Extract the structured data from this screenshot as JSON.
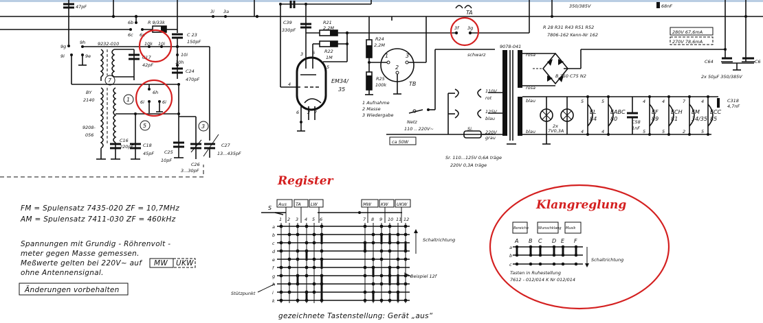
{
  "colors": {
    "ink": "#111111",
    "highlight": "#d42020",
    "top_band": "#b9cde3"
  },
  "left_schematic": {
    "labels": [
      "47pF",
      "3i",
      "3a",
      "6b",
      "R 9/33k",
      "6c",
      "6e",
      "C 23",
      "150pF",
      "9g",
      "9h",
      "9232-010",
      "10k",
      "10i",
      "9i",
      "9e",
      "C17",
      "42pF",
      "10i",
      "10h",
      "C24",
      "470pF",
      "BY",
      "2140",
      "6h",
      "6i",
      "6i",
      "9208-",
      "056",
      "C16",
      "220pF",
      "C18",
      "45pF",
      "C25",
      "10pF",
      "C27",
      "13...435pF",
      "C26",
      "3...30pF"
    ],
    "circled_numbers": [
      "7",
      "1",
      "5",
      "3"
    ]
  },
  "middle_schematic": {
    "labels": [
      "C39",
      "330pF",
      "R21",
      "2,2M",
      "R22",
      "1M",
      "R24",
      "2,2M",
      "3",
      "6",
      "5",
      "4",
      "EM34/",
      "35",
      "R25",
      "100k",
      "TB",
      "1",
      "2",
      "3",
      "1  Aufnahme",
      "2  Masse",
      "3  Wiedergabe",
      "Netz",
      "110 .. 220V~",
      "ca 50W",
      "6",
      "2",
      "7",
      "TA"
    ]
  },
  "right_schematic": {
    "labels": [
      "350/385V",
      "68nF",
      "R 28  R31  R43  R51  R52",
      "7806-162   Kenn-Nr 162",
      "3f",
      "3g",
      "280V 67,6mA",
      "270V 78,6mA",
      "9078-041",
      "schwarz",
      "rosa",
      "rosa",
      "C64",
      "C6",
      "B 250 C75 N2",
      "2x 50µF 350/385V",
      "110V",
      "rot",
      "125V",
      "blau",
      "Si.",
      "220V",
      "grau",
      "blau",
      "blau",
      "2x",
      "7V0,3A",
      "C58",
      "1nF",
      "C318",
      "4,7nF",
      "Sr. 110...125V 0,6A träge",
      "220V 0,3A träge"
    ],
    "tubes": [
      {
        "name": "EL",
        "type": "84",
        "pin_top": "5",
        "pin_bottom": "4"
      },
      {
        "name": "EABC",
        "type": "80",
        "pin_top": "5",
        "pin_bottom": "4"
      },
      {
        "name": "EF",
        "type": "89",
        "pin_top": "4",
        "pin_bottom": "5"
      },
      {
        "name": "ECH",
        "type": "81",
        "pin_top": "4",
        "pin_bottom": "5"
      },
      {
        "name": "EM",
        "type": "34/35",
        "pin_top": "7",
        "pin_bottom": "2"
      },
      {
        "name": "ECC",
        "type": "85",
        "pin_top": "4",
        "pin_bottom": "5"
      }
    ]
  },
  "notes": {
    "fm_line": "FM = Spulensatz  7435-020   ZF = 10,7MHz",
    "am_line": "AM = Spulensatz  7411-030   ZF = 460kHz",
    "voltage_note_1": "Spannungen mit Grundig - Röhrenvolt -",
    "voltage_note_2": "meter gegen Masse gemessen.",
    "voltage_note_3": "Meßwerte gelten bei 220V~ auf",
    "mw_key": "MW",
    "ukw_key": "UKW",
    "voltage_note_4": "ohne Antennensignal.",
    "changes_box": "Änderungen vorbehalten"
  },
  "register": {
    "title": "Register",
    "keys": [
      "Aus",
      "TA",
      "LW",
      "MW",
      "KW",
      "UKW"
    ],
    "s_label": "S",
    "columns": [
      "1",
      "2",
      "3",
      "4",
      "5",
      "6",
      "7",
      "8",
      "9",
      "10",
      "11",
      "12"
    ],
    "rows": [
      "a",
      "b",
      "c",
      "d",
      "e",
      "f",
      "g",
      "h",
      "i",
      "k"
    ],
    "direction_label": "Schaltrichtung",
    "example_label": "Beispiel 12f",
    "support_label": "Stützpunkt",
    "caption": "gezeichnete Tastenstellung: Gerät „aus“"
  },
  "klangreglung": {
    "title": "Klangreglung",
    "keys": [
      "Bereiche",
      "Wunschklang",
      "Musik"
    ],
    "columns": [
      "A",
      "B",
      "C",
      "D",
      "E",
      "F"
    ],
    "rows": [
      "a",
      "b",
      "c"
    ],
    "direction_label": "Schaltrichtung",
    "note_1": "Tasten in Ruhestellung",
    "note_2": "7612 - 012/014 K Nr 012/014"
  }
}
